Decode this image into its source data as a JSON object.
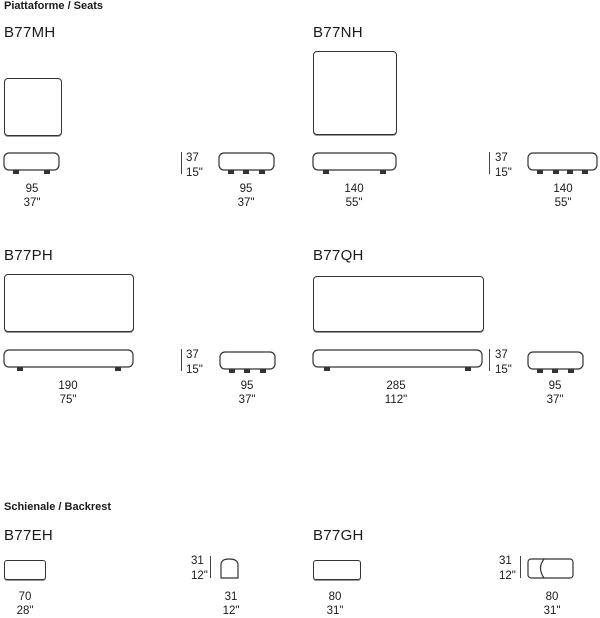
{
  "sections": {
    "seats": "Piattaforme / Seats",
    "backrest": "Schienale / Backrest"
  },
  "products": {
    "mh": {
      "code": "B77MH",
      "width_cm": "95",
      "width_in": "37\"",
      "side_depth_cm": "95",
      "side_depth_in": "37\"",
      "height_cm": "37",
      "height_in": "15\""
    },
    "nh": {
      "code": "B77NH",
      "width_cm": "140",
      "width_in": "55\"",
      "side_depth_cm": "140",
      "side_depth_in": "55\"",
      "height_cm": "37",
      "height_in": "15\""
    },
    "ph": {
      "code": "B77PH",
      "width_cm": "190",
      "width_in": "75\"",
      "side_depth_cm": "95",
      "side_depth_in": "37\"",
      "height_cm": "37",
      "height_in": "15\""
    },
    "qh": {
      "code": "B77QH",
      "width_cm": "285",
      "width_in": "112\"",
      "side_depth_cm": "95",
      "side_depth_in": "37\"",
      "height_cm": "37",
      "height_in": "15\""
    },
    "eh": {
      "code": "B77EH",
      "width_cm": "70",
      "width_in": "28\"",
      "side_depth_cm": "31",
      "side_depth_in": "12\"",
      "height_cm": "31",
      "height_in": "12\""
    },
    "gh": {
      "code": "B77GH",
      "width_cm": "80",
      "width_in": "31\"",
      "side_depth_cm": "80",
      "side_depth_in": "31\"",
      "height_cm": "31",
      "height_in": "12\""
    }
  }
}
